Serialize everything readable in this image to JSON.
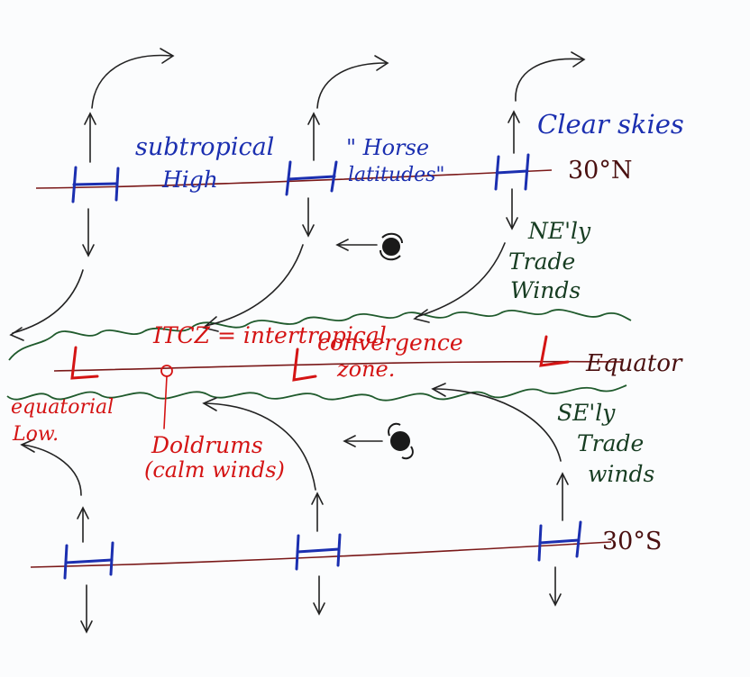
{
  "labels": {
    "subtropical_high": [
      "subtropical",
      "High"
    ],
    "horse_latitudes": [
      "\" Horse",
      "latitudes\""
    ],
    "clear_skies": "Clear skies",
    "lat_30n": "30°N",
    "ne_trades": [
      "NE'ly",
      "Trade",
      "Winds"
    ],
    "itcz": "ITCZ = intertropical",
    "convergence_zone": [
      "convergence",
      "zone."
    ],
    "equator": "Equator",
    "equatorial_low": [
      "equatorial",
      "Low."
    ],
    "doldrums": [
      "Doldrums",
      "(calm winds)"
    ],
    "se_trades": [
      "SE'ly",
      "Trade",
      "winds"
    ],
    "lat_30s": "30°S",
    "low_symbol": "L",
    "high_symbol": "H"
  },
  "colors": {
    "latitude_line": "#7a1818",
    "pressure_mark": "#1b2fb0",
    "low_mark": "#d41414",
    "cloud": "#1f5a2c",
    "wind_arrow": "#222222",
    "paper": "#fbfcfd"
  }
}
